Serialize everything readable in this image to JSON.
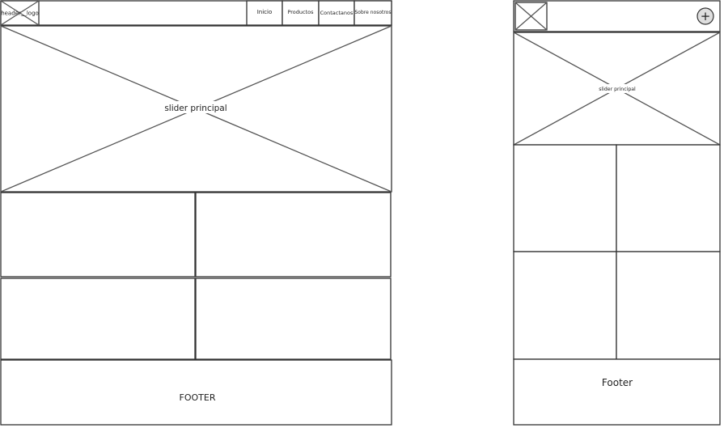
{
  "desktop": {
    "logo_label": "header__logo",
    "nav": [
      "Inicio",
      "Productos",
      "Contactanos",
      "Sobre nosotros"
    ],
    "slider_label": "slider principal",
    "footer_label": "FOOTER"
  },
  "mobile": {
    "menu_button_glyph": "+",
    "slider_label": "slider principal",
    "footer_label": "Footer"
  }
}
